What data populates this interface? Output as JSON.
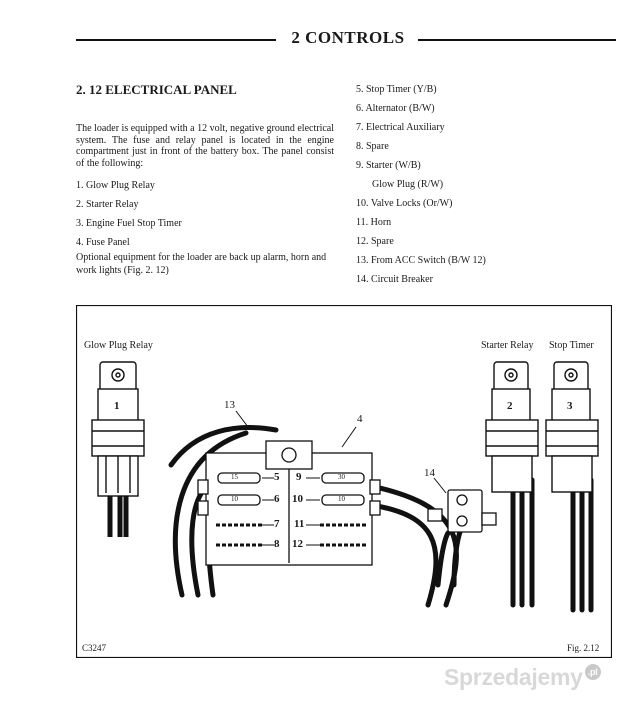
{
  "header": {
    "title": "2   CONTROLS"
  },
  "section": {
    "title": "2. 12  ELECTRICAL PANEL",
    "intro": "The loader is equipped with a 12 volt, negative ground electrical system. The fuse and relay panel is located in the engine compartment just in front of the battery box. The panel consist of the following:",
    "items_left": [
      "1.  Glow Plug Relay",
      "2.  Starter Relay",
      "3.  Engine Fuel Stop Timer",
      "4.  Fuse Panel"
    ],
    "optional": "Optional equipment for the loader are back up alarm, horn and work lights  (Fig. 2. 12)",
    "items_right": [
      "5.  Stop Timer (Y/B)",
      "6.  Alternator (B/W)",
      "7.  Electrical Auxiliary",
      "8.  Spare",
      "9.  Starter (W/B)",
      "    Glow Plug (R/W)",
      "10.  Valve Locks (Or/W)",
      "11.  Horn",
      "12.  Spare",
      "13.  From ACC Switch (B/W 12)",
      "14.  Circuit Breaker"
    ]
  },
  "figure": {
    "label_glow": "Glow Plug Relay",
    "label_starter": "Starter Relay",
    "label_stop": "Stop Timer",
    "n1": "1",
    "n2": "2",
    "n3": "3",
    "n4": "4",
    "n13": "13",
    "n14": "14",
    "n5": "5",
    "n6": "6",
    "n7": "7",
    "n8": "8",
    "n9": "9",
    "n10": "10",
    "n11": "11",
    "n12": "12",
    "fuse15": "15",
    "fuse10a": "10",
    "fuse30": "30",
    "fuse10b": "10",
    "code": "C3247",
    "fig": "Fig. 2.12"
  },
  "watermark": {
    "text": "Sprzedajemy",
    "badge": ".pl"
  }
}
